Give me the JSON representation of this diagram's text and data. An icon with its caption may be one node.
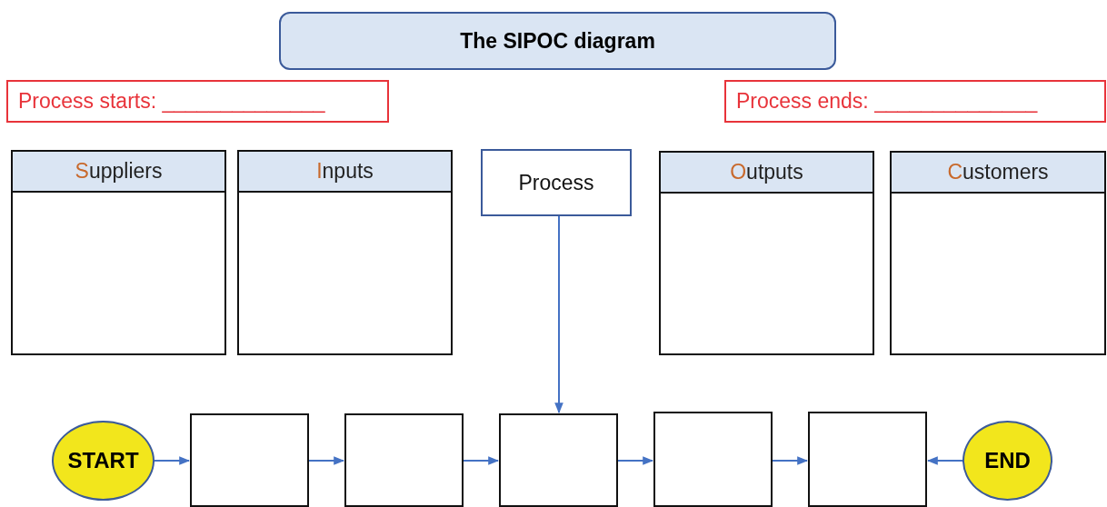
{
  "diagram": {
    "title": "The SIPOC diagram",
    "nodes": [
      {
        "text": [
          "Process starts: ______________"
        ]
      },
      {
        "text": [
          "Process ends: ______________"
        ]
      },
      {
        "text": [
          "Suppliers"
        ]
      },
      {
        "text": [
          "Inputs"
        ]
      },
      {
        "text": [
          "Process"
        ]
      },
      {
        "text": [
          "Outputs"
        ]
      },
      {
        "text": [
          "Customers"
        ]
      },
      {
        "text": [
          "START"
        ]
      },
      {
        "text": [],
        "shape": "box"
      },
      {
        "text": [],
        "shape": "box"
      },
      {
        "text": [],
        "shape": "box"
      },
      {
        "text": [],
        "shape": "box"
      },
      {
        "text": [],
        "shape": "box"
      },
      {
        "text": [
          "END"
        ]
      }
    ],
    "edges": [
      {
        "from": 4,
        "to": 10,
        "arrow": "to"
      },
      {
        "from": 7,
        "to": 8,
        "arrow": "to"
      },
      {
        "from": 8,
        "to": 9,
        "arrow": "to"
      },
      {
        "from": 9,
        "to": 10,
        "arrow": "to"
      },
      {
        "from": 10,
        "to": 11,
        "arrow": "to"
      },
      {
        "from": 11,
        "to": 12,
        "arrow": "to"
      },
      {
        "from": 13,
        "to": 12,
        "arrow": "to"
      }
    ]
  }
}
